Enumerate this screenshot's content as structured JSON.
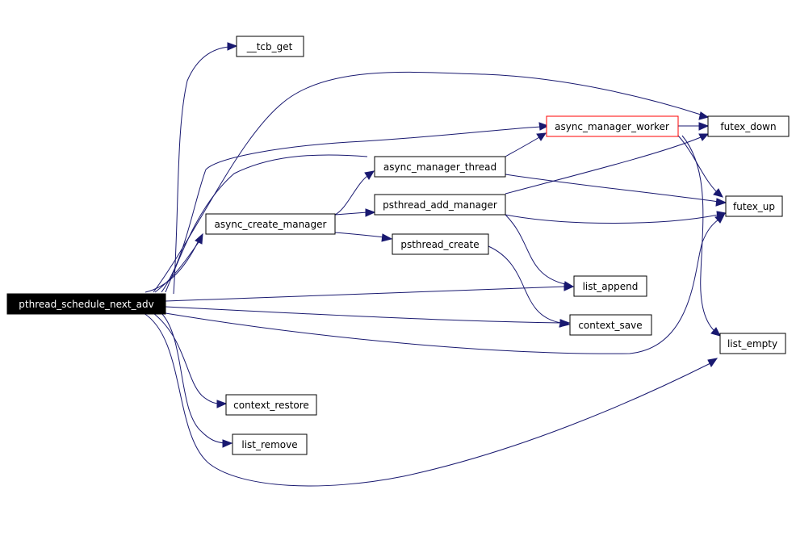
{
  "graph": {
    "edge_color": "#191970",
    "nodes": {
      "root": "pthread_schedule_next_adv",
      "tcb_get": "__tcb_get",
      "async_create_manager": "async_create_manager",
      "async_manager_worker": "async_manager_worker",
      "futex_down": "futex_down",
      "async_manager_thread": "async_manager_thread",
      "psthread_add_manager": "psthread_add_manager",
      "futex_up": "futex_up",
      "psthread_create": "psthread_create",
      "list_append": "list_append",
      "context_save": "context_save",
      "list_empty": "list_empty",
      "context_restore": "context_restore",
      "list_remove": "list_remove"
    },
    "highlight_color": "#ff0000"
  }
}
